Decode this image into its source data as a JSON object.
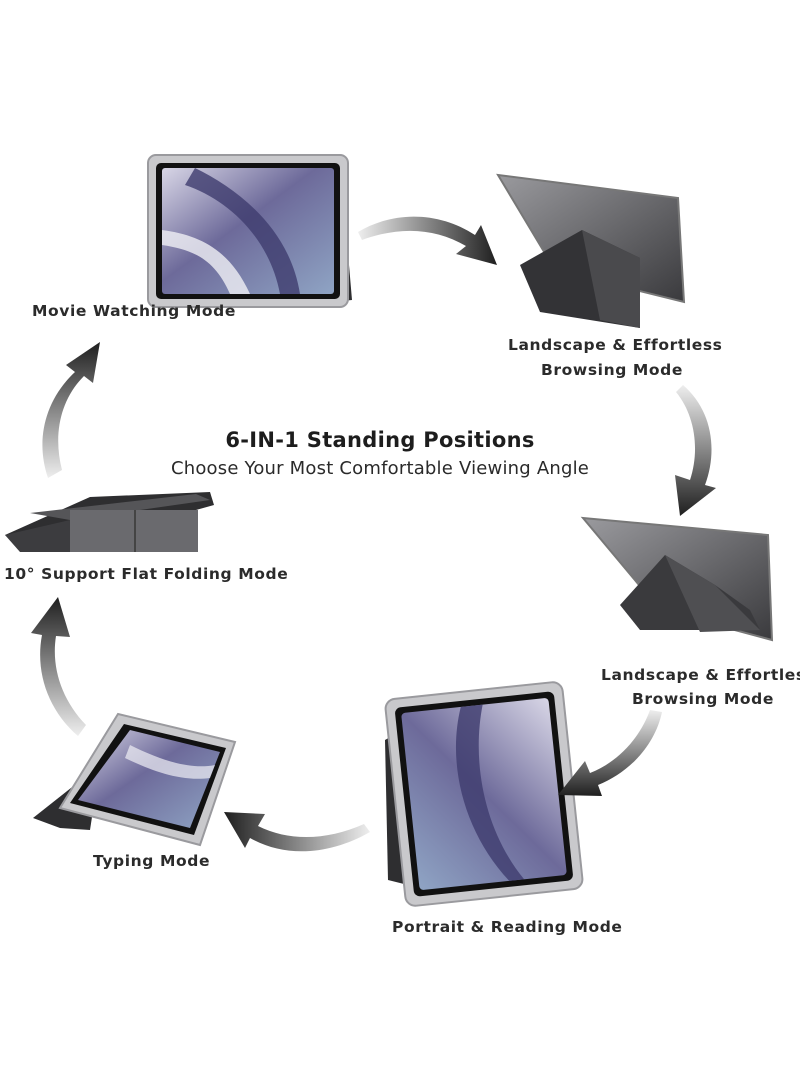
{
  "headline": {
    "title": "6-IN-1 Standing Positions",
    "subtitle": "Choose Your Most Comfortable Viewing Angle"
  },
  "modes": [
    {
      "label": "Movie Watching Mode"
    },
    {
      "label_line1": "Landscape & Effortless",
      "label_line2": "Browsing Mode"
    },
    {
      "label_line1": "Landscape & Effortless",
      "label_line2": "Browsing  Mode"
    },
    {
      "label": "Portrait & Reading Mode"
    },
    {
      "label": "Typing Mode"
    },
    {
      "label": "10°  Support Flat Folding Mode"
    }
  ],
  "colors": {
    "case_dark": "#2e2e30",
    "case_mid": "#4a4a4d",
    "screen_purple": "#6d6a9a",
    "screen_blue": "#8fa4c4",
    "arrow_dark": "#1f1f1f",
    "arrow_light": "#e4e4e4"
  }
}
